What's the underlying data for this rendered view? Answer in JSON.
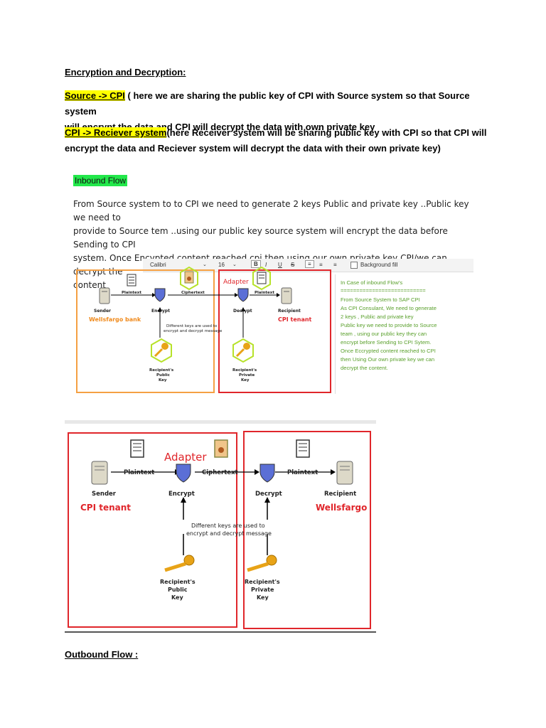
{
  "heading": "Encryption and Decryption:",
  "para1": {
    "label": "Source   -> CPI",
    "line1": " ( here we are sharing the public key of CPI with Source system so that Source system",
    "line2": "will encrypt the data and CPI will decrypt the data with own private key"
  },
  "para2": {
    "label": "CPI -> Reciever system",
    "line1": "(here Receiver system will be sharing public key with CPI so that CPI will",
    "line2": "encrypt the data and Reciever system will decrypt the data with their own private key)"
  },
  "image1": {
    "tag": "Inbound Flow",
    "text_lines": [
      "From Source system to to CPI we need to generate 2 keys Public and private key ..Public key we need to",
      "provide to Source tem ..using our public key  source system will encrypt  the data before Sending to CPI",
      "system. Once Encypted  content reached cpi then using our own private key CPI/we  can decrypt  the",
      "content"
    ],
    "toolbar": {
      "font": "Calibri",
      "size": "16",
      "bold": "B",
      "italic": "I",
      "underline": "U",
      "strike": "S",
      "bg_fill": "Background fill"
    },
    "diagram": {
      "adapter": "Adapter",
      "plaintext_left": "Plaintext",
      "ciphertext": "Ciphertext",
      "plaintext_right": "Plaintext",
      "sender": "Sender",
      "encrypt": "Encrypt",
      "decrypt": "Decrypt",
      "recipient": "Recipient",
      "left_org": "Wellsfargo bank",
      "right_org": "CPI tenant",
      "keys_note": [
        "Different keys are used to",
        "encrypt and decrypt message"
      ],
      "public_key": [
        "Recipient's",
        "Public",
        "Key"
      ],
      "private_key": [
        "Recipient's",
        "Private",
        "Key"
      ]
    },
    "note_lines": [
      "In Case of inbound Flow's",
      "===========================",
      "From Source System to SAP CPI",
      "As CPI Consulant, We need to generate",
      "2 keys , Public and private key",
      "Public key we need to provide to Source",
      "team , using our public key they can",
      "encrypt before Sending to CPI Sytem.",
      "Once Eccrypted content reached to CPI",
      "then Using Our own private key we can",
      "decrypt the content."
    ]
  },
  "image2": {
    "adapter": "Adapter",
    "plaintext_left": "Plaintext",
    "ciphertext": "Ciphertext",
    "plaintext_right": "Plaintext",
    "sender": "Sender",
    "encrypt": "Encrypt",
    "decrypt": "Decrypt",
    "recipient": "Recipient",
    "left_org": "CPI tenant",
    "right_org": "Wellsfargo",
    "keys_note": [
      "Different keys are used to",
      "encrypt and decrypt message"
    ],
    "public_key": [
      "Recipient's",
      "Public",
      "Key"
    ],
    "private_key": [
      "Recipient's",
      "Private",
      "Key"
    ]
  },
  "outbound_heading": "Outbound Flow :",
  "colors": {
    "highlight_yellow": "#ffff00",
    "highlight_green": "#22e84a",
    "box_orange": "#f5a043",
    "box_red": "#e0262b",
    "org_orange": "#f08a1c",
    "org_red": "#e0262b",
    "note_green": "#5aa02c",
    "key_gold": "#e8a317",
    "shield_blue": "#5b6fd6"
  }
}
